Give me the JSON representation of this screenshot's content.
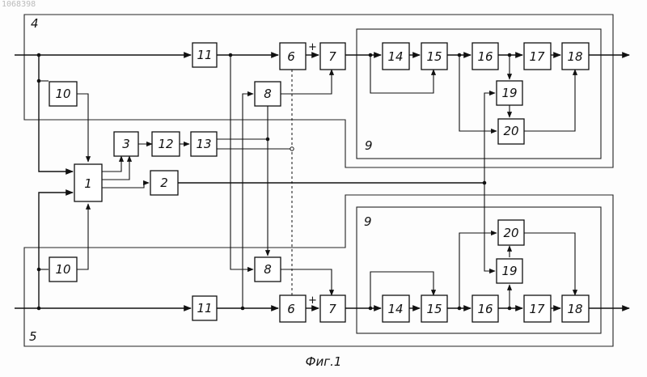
{
  "doc_number": "1068398",
  "caption": "Фиг.1",
  "plus_sign": "+",
  "frame_labels": {
    "upper_channel": "4",
    "lower_channel": "5",
    "upper_subsystem": "9",
    "lower_subsystem": "9"
  },
  "blocks": {
    "b1": "1",
    "b2": "2",
    "b3": "3",
    "b12": "12",
    "b13": "13",
    "b10_top": "10",
    "b10_bot": "10",
    "b11_top": "11",
    "b11_bot": "11",
    "b6_top": "6",
    "b6_bot": "6",
    "b7_top": "7",
    "b7_bot": "7",
    "b8_top": "8",
    "b8_bot": "8",
    "b14_top": "14",
    "b14_bot": "14",
    "b15_top": "15",
    "b15_bot": "15",
    "b16_top": "16",
    "b16_bot": "16",
    "b17_top": "17",
    "b17_bot": "17",
    "b18_top": "18",
    "b18_bot": "18",
    "b19_top": "19",
    "b19_bot": "19",
    "b20_top": "20",
    "b20_bot": "20"
  }
}
